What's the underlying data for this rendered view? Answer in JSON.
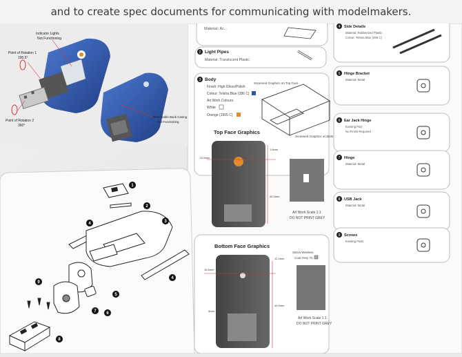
{
  "caption": "and to create spec documents for communicating with modelmakers.",
  "photo_panel": {
    "indicator_lights": "Indicator Lights",
    "not_functioning": "Not Functioning",
    "rotation1_title": "Point of Rotation 1",
    "rotation1_angle": "190.5°",
    "rotation2_title": "Point of Rotation 2",
    "rotation2_angle": "360°",
    "removable_back": "Removable Back Casing",
    "removable_back_sub": "Not Functioning"
  },
  "exploded": {
    "callouts": [
      "1",
      "2",
      "3",
      "4",
      "4",
      "5",
      "6",
      "7",
      "8",
      "9"
    ]
  },
  "spec_sheet": {
    "material_top": "Material: Ac...",
    "light_pipes": {
      "num": "2",
      "title": "Light Pipes",
      "material": "Material: Translucent Plastic"
    },
    "body": {
      "num": "3",
      "title": "Body",
      "finish": "Finish: High Gloss/Polish",
      "colour": "Colour: Telstra Blue (286 C)",
      "art_work": "Art Work Colours:",
      "white": "White",
      "orange": "Orange (1505 C)",
      "screened_top": "Screened Graphics on Top Face",
      "screened_bottom": "Screened Graphics on Bottom Face"
    },
    "top_face": {
      "title": "Top Face Graphics",
      "dim1": "20.5mm",
      "dim2": "1.6mm",
      "dim3": "40.3mm",
      "artwork": "Art Work Scale 1:1",
      "donot": "DO NOT PRINT GREY"
    },
    "bottom_face": {
      "title": "Bottom Face Graphics",
      "sierra": "Sierra Wireless",
      "cool_grey": "Cool Grey 7C",
      "dim1": "12.2mm",
      "dim2": "15.6mm",
      "dim3": "44.9mm",
      "dim4": "3mm",
      "artwork": "Art Work Scale 1:1",
      "donot": "DO NOT PRINT GREY"
    },
    "right_items": [
      {
        "num": "4",
        "title": "Side Details",
        "line1": "Material: Rubberized Plastic",
        "line2": "Colour: Telstra Blue (286 C)"
      },
      {
        "num": "5",
        "title": "Hinge Bracket",
        "line1": "Material: Metal",
        "line2": ""
      },
      {
        "num": "6",
        "title": "Ear Jack Hinge",
        "line1": "Existing Part",
        "line2": "No Finish Required"
      },
      {
        "num": "7",
        "title": "Hinge",
        "line1": "Material: Metal",
        "line2": ""
      },
      {
        "num": "8",
        "title": "USB Jack",
        "line1": "Material: Metal",
        "line2": ""
      },
      {
        "num": "9",
        "title": "Screws",
        "line1": "Existing Parts",
        "line2": ""
      }
    ]
  },
  "colors": {
    "telstra_blue": "#2e56a6",
    "orange": "#e38a2a",
    "grey": "#6b6b6b"
  }
}
